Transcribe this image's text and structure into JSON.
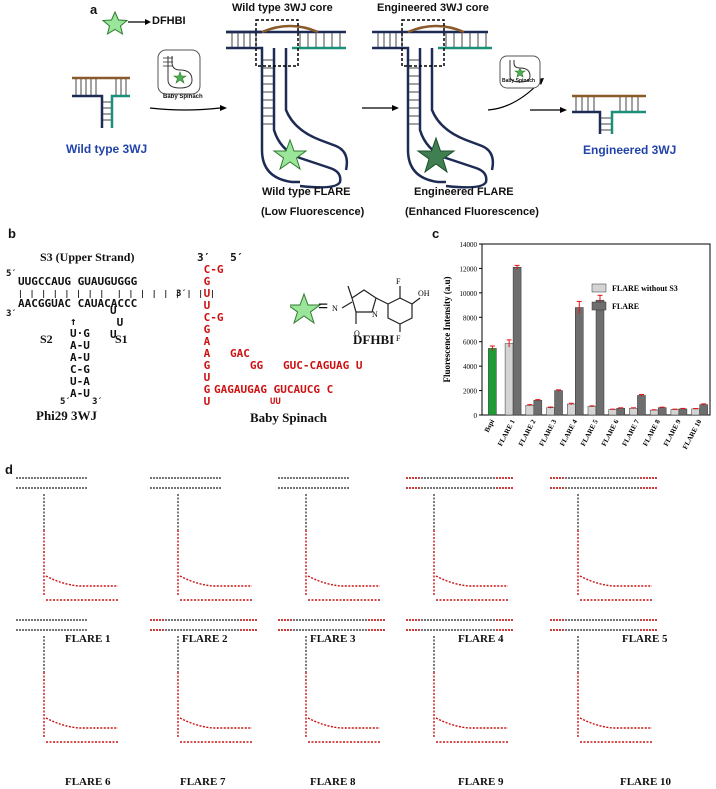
{
  "panels": {
    "a": {
      "letter": "a",
      "legend_label": "DFHBI",
      "wild_type_core_title": "Wild type 3WJ core",
      "engineered_core_title": "Engineered 3WJ core",
      "baby_spinach_tag": "Baby Spinach",
      "wild_type_3wj": "Wild type 3WJ",
      "engineered_3wj": "Engineered 3WJ",
      "wild_type_flare": "Wild type FLARE",
      "low_fluorescence": "(Low Fluorescence)",
      "engineered_flare": "Engineered FLARE",
      "enhanced_fluorescence": "(Enhanced Fluorescence)"
    },
    "b": {
      "letter": "b",
      "s3_title": "S3 (Upper Strand)",
      "s2": "S2",
      "s1": "S1",
      "phi29_title": "Phi29 3WJ",
      "baby_spinach_title": "Baby Spinach",
      "dfhbi": "DFHBI",
      "equals": "=",
      "top_strand": "UUGCCAUG GUAUGUGGG",
      "bottom_strand": "AACGGUAC CAUACACCC",
      "five_prime": "5′",
      "three_prime": "3′"
    },
    "c": {
      "letter": "c"
    },
    "d": {
      "letter": "d",
      "labels": [
        "FLARE 1",
        "FLARE 2",
        "FLARE 3",
        "FLARE 4",
        "FLARE 5",
        "FLARE 6",
        "FLARE 7",
        "FLARE 8",
        "FLARE 9",
        "FLARE 10"
      ]
    }
  },
  "chart_data": {
    "type": "bar",
    "ylabel": "Fluorescence Intensity (a.u)",
    "ylim": [
      0,
      14000
    ],
    "yticks": [
      0,
      2000,
      4000,
      6000,
      8000,
      10000,
      12000,
      14000
    ],
    "legend_position": "top-right",
    "categories": [
      "Bspi",
      "FLARE 1",
      "FLARE 2",
      "FLARE 3",
      "FLARE 4",
      "FLARE 5",
      "FLARE 6",
      "FLARE 7",
      "FLARE 8",
      "FLARE 9",
      "FLARE 10"
    ],
    "bspi_value": 5450,
    "bspi_error": 200,
    "series": [
      {
        "name": "FLARE without S3",
        "color": "#d4d4d4",
        "values": [
          null,
          5850,
          800,
          600,
          900,
          700,
          450,
          550,
          400,
          450,
          500
        ],
        "errors": [
          null,
          300,
          50,
          50,
          60,
          50,
          30,
          40,
          30,
          30,
          30
        ]
      },
      {
        "name": "FLARE",
        "color": "#6e6e6e",
        "values": [
          null,
          12100,
          1200,
          2000,
          8800,
          9400,
          550,
          1600,
          600,
          500,
          850
        ],
        "errors": [
          null,
          150,
          60,
          60,
          500,
          400,
          40,
          80,
          40,
          40,
          60
        ]
      }
    ],
    "colors": {
      "bspi": "#1f9a35",
      "error": "#e31414"
    }
  }
}
